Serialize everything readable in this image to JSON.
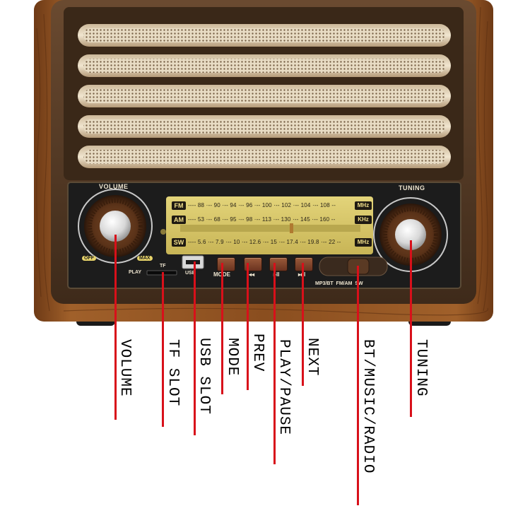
{
  "panel": {
    "volume_title": "VOLUME",
    "tuning_title": "TUNING",
    "off_label": "OFF",
    "max_label": "MAX",
    "play_label": "PLAY",
    "tf_label": "TF",
    "usb_label": "USB",
    "mode_label": "MODE",
    "prev_glyph": "◂◂",
    "play_glyph": "▸II",
    "next_glyph": "▸▸I",
    "switch_label": "MP3/BT  FM/AM  SW"
  },
  "dial": {
    "fm": {
      "band": "FM",
      "scale": "---- 88 ·-- 90 ·-- 94 ·-- 96 ·-- 100 ·-- 102 ·-- 104 ·-- 108 --",
      "unit": "MHz"
    },
    "am": {
      "band": "AM",
      "scale": "---- 53 ·-- 68 ·-- 95 ·-- 98 ·-- 113 ·-- 130 ·-- 145 ·-- 160 --",
      "unit": "KHz"
    },
    "sw": {
      "band": "SW",
      "scale": "---- 5.6 ·-- 7.9 ·-- 10 ·-- 12.6 ·-- 15 ·-- 17.4 ·-- 19.8 ·-- 22 --",
      "unit": "MHz"
    }
  },
  "callouts": {
    "volume": "VOLUME",
    "tf_slot": "TF SLOT",
    "usb_slot": "USB SLOT",
    "mode": "MODE",
    "prev": "PREV",
    "play_pause": "PLAY/PAUSE",
    "next": "NEXT",
    "bt_music_radio": "BT/MUSIC/RADIO",
    "tuning": "TUNING"
  },
  "colors": {
    "wood": "#8a4e1f",
    "bezel": "#4a3422",
    "dial_face": "#d7c76a",
    "callout_line": "#d8101a"
  }
}
